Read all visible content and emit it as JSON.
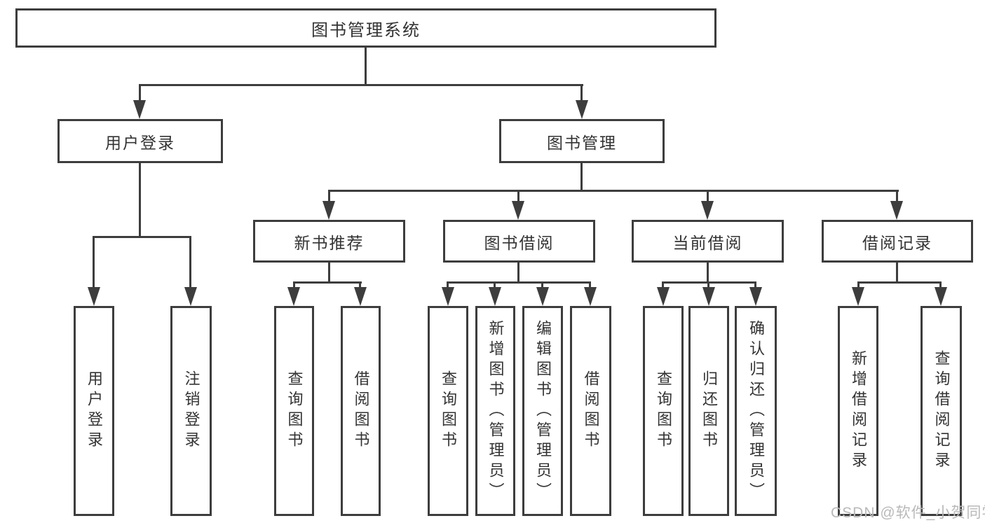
{
  "diagram": {
    "root": "图书管理系统",
    "branches": [
      {
        "label": "用户登录",
        "children": [
          "用户登录",
          "注销登录"
        ]
      },
      {
        "label": "图书管理",
        "children": [
          {
            "label": "新书推荐",
            "children": [
              "查询图书",
              "借阅图书"
            ]
          },
          {
            "label": "图书借阅",
            "children": [
              "查询图书",
              "新增图书（管理员）",
              "编辑图书（管理员）",
              "借阅图书"
            ]
          },
          {
            "label": "当前借阅",
            "children": [
              "查询图书",
              "归还图书",
              "确认归还（管理员）"
            ]
          },
          {
            "label": "借阅记录",
            "children": [
              "新增借阅记录",
              "查询借阅记录"
            ]
          }
        ]
      }
    ]
  },
  "watermark": "CSDN @软件_小贺同学",
  "colors": {
    "line": "#3d3d3d",
    "text": "#333333",
    "watermark": "#b9b9b9",
    "background": "#ffffff"
  }
}
